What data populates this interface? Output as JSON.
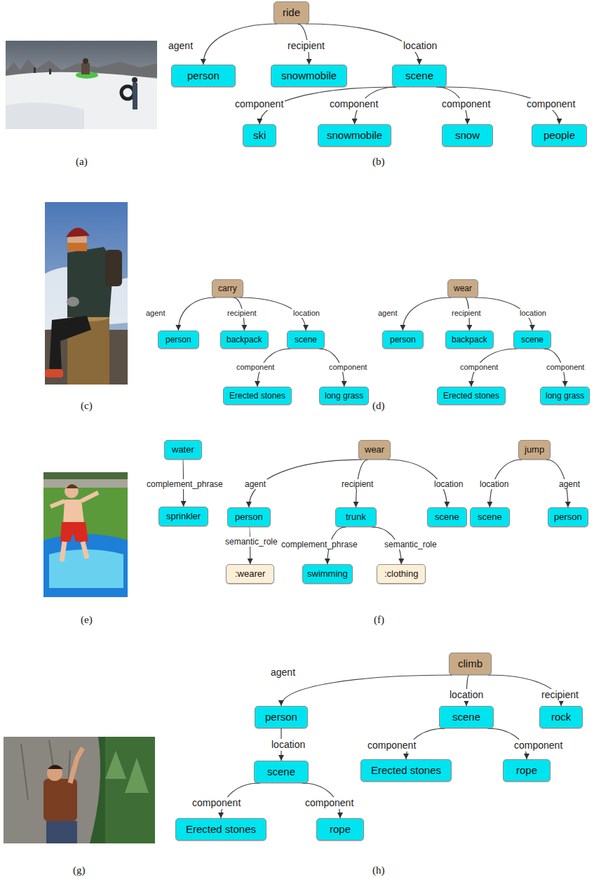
{
  "diagram": {
    "nodes": [
      {
        "text": [
          "ride"
        ]
      },
      {
        "text": [
          "person"
        ]
      },
      {
        "text": [
          "snowmobile"
        ]
      },
      {
        "text": [
          "scene"
        ]
      },
      {
        "text": [
          "ski"
        ]
      },
      {
        "text": [
          "snowmobile"
        ]
      },
      {
        "text": [
          "snow"
        ]
      },
      {
        "text": [
          "people"
        ]
      },
      {
        "text": [
          "carry"
        ]
      },
      {
        "text": [
          "person"
        ]
      },
      {
        "text": [
          "backpack"
        ]
      },
      {
        "text": [
          "scene"
        ]
      },
      {
        "text": [
          "Erected stones"
        ]
      },
      {
        "text": [
          "long grass"
        ]
      },
      {
        "text": [
          "wear"
        ]
      },
      {
        "text": [
          "person"
        ]
      },
      {
        "text": [
          "backpack"
        ]
      },
      {
        "text": [
          "scene"
        ]
      },
      {
        "text": [
          "Erected stones"
        ]
      },
      {
        "text": [
          "long grass"
        ]
      },
      {
        "text": [
          "water"
        ]
      },
      {
        "text": [
          "sprinkler"
        ]
      },
      {
        "text": [
          "wear"
        ]
      },
      {
        "text": [
          "person"
        ]
      },
      {
        "text": [
          "trunk"
        ]
      },
      {
        "text": [
          "scene"
        ]
      },
      {
        "text": [
          ":wearer"
        ]
      },
      {
        "text": [
          "swimming"
        ]
      },
      {
        "text": [
          ":clothing"
        ]
      },
      {
        "text": [
          "jump"
        ]
      },
      {
        "text": [
          "scene"
        ]
      },
      {
        "text": [
          "person"
        ]
      },
      {
        "text": [
          "climb"
        ]
      },
      {
        "text": [
          "person"
        ]
      },
      {
        "text": [
          "scene"
        ]
      },
      {
        "text": [
          "rock"
        ]
      },
      {
        "text": [
          "scene"
        ]
      },
      {
        "text": [
          "Erected stones"
        ]
      },
      {
        "text": [
          "rope"
        ]
      },
      {
        "text": [
          "Erected stones"
        ]
      },
      {
        "text": [
          "rope"
        ]
      }
    ],
    "edges": [
      {
        "from": 0,
        "to": 1,
        "arrow": "to",
        "label": "agent"
      },
      {
        "from": 0,
        "to": 2,
        "arrow": "to",
        "label": "recipient"
      },
      {
        "from": 0,
        "to": 3,
        "arrow": "to",
        "label": "location"
      },
      {
        "from": 3,
        "to": 4,
        "arrow": "to",
        "label": "component"
      },
      {
        "from": 3,
        "to": 5,
        "arrow": "to",
        "label": "component"
      },
      {
        "from": 3,
        "to": 6,
        "arrow": "to",
        "label": "component"
      },
      {
        "from": 3,
        "to": 7,
        "arrow": "to",
        "label": "component"
      },
      {
        "from": 8,
        "to": 9,
        "arrow": "to",
        "label": "agent"
      },
      {
        "from": 8,
        "to": 10,
        "arrow": "to",
        "label": "recipient"
      },
      {
        "from": 8,
        "to": 11,
        "arrow": "to",
        "label": "location"
      },
      {
        "from": 11,
        "to": 12,
        "arrow": "to",
        "label": "component"
      },
      {
        "from": 11,
        "to": 13,
        "arrow": "to",
        "label": "component"
      },
      {
        "from": 14,
        "to": 15,
        "arrow": "to",
        "label": "agent"
      },
      {
        "from": 14,
        "to": 16,
        "arrow": "to",
        "label": "recipient"
      },
      {
        "from": 14,
        "to": 17,
        "arrow": "to",
        "label": "location"
      },
      {
        "from": 17,
        "to": 18,
        "arrow": "to",
        "label": "component"
      },
      {
        "from": 17,
        "to": 19,
        "arrow": "to",
        "label": "component"
      },
      {
        "from": 20,
        "to": 21,
        "arrow": "to",
        "label": "complement_phrase"
      },
      {
        "from": 22,
        "to": 23,
        "arrow": "to",
        "label": "agent"
      },
      {
        "from": 22,
        "to": 24,
        "arrow": "to",
        "label": "recipient"
      },
      {
        "from": 22,
        "to": 25,
        "arrow": "to",
        "label": "location"
      },
      {
        "from": 23,
        "to": 26,
        "arrow": "to",
        "label": "semantic_role"
      },
      {
        "from": 24,
        "to": 27,
        "arrow": "to",
        "label": "complement_phrase"
      },
      {
        "from": 24,
        "to": 28,
        "arrow": "to",
        "label": "semantic_role"
      },
      {
        "from": 29,
        "to": 30,
        "arrow": "to",
        "label": "location"
      },
      {
        "from": 29,
        "to": 31,
        "arrow": "to",
        "label": "agent"
      },
      {
        "from": 32,
        "to": 33,
        "arrow": "to",
        "label": "agent"
      },
      {
        "from": 32,
        "to": 34,
        "arrow": "to",
        "label": "location"
      },
      {
        "from": 32,
        "to": 35,
        "arrow": "to",
        "label": "recipient"
      },
      {
        "from": 33,
        "to": 36,
        "arrow": "to",
        "label": "location"
      },
      {
        "from": 34,
        "to": 37,
        "arrow": "to",
        "label": "component"
      },
      {
        "from": 34,
        "to": 38,
        "arrow": "to",
        "label": "component"
      },
      {
        "from": 36,
        "to": 39,
        "arrow": "to",
        "label": "component"
      },
      {
        "from": 36,
        "to": 40,
        "arrow": "to",
        "label": "component"
      }
    ],
    "labels": [
      "(a)",
      "(b)",
      "(c)",
      "(d)",
      "(e)",
      "(f)",
      "(g)",
      "(h)"
    ]
  }
}
